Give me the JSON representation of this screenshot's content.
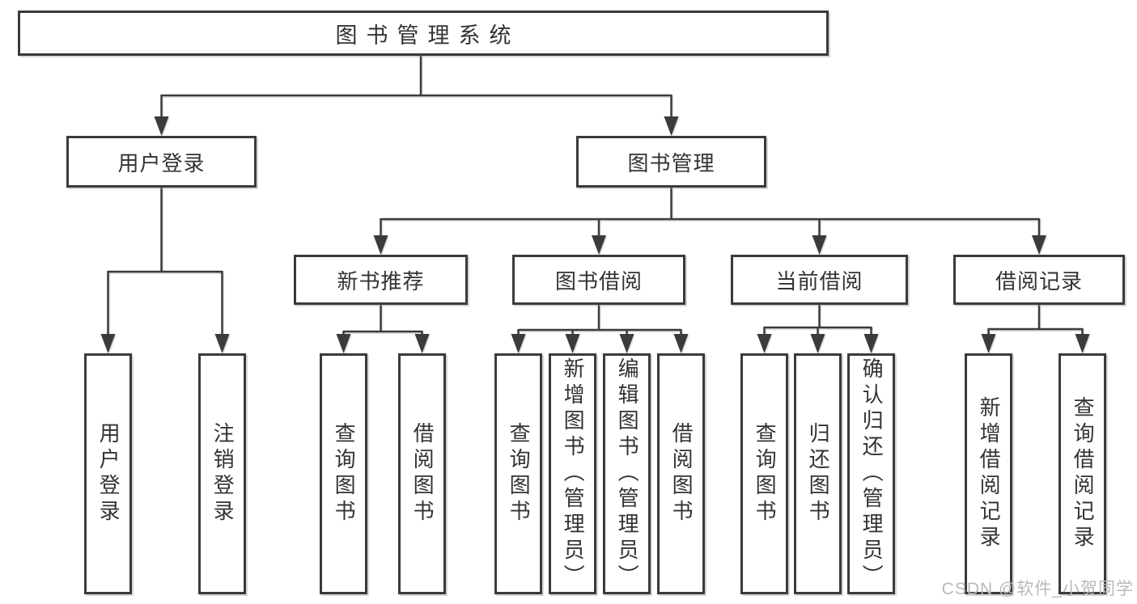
{
  "diagram": {
    "type": "hierarchy-tree",
    "title": "图书管理系统"
  },
  "colors": {
    "background": "#ffffff",
    "box_border": "#3a3a3a",
    "line": "#3b3b3b",
    "text": "#333333",
    "watermark": "#b9b9b9"
  },
  "tree": {
    "root": {
      "label": "图书管理系统",
      "children": [
        {
          "label": "用户登录",
          "children": [
            {
              "label": "用户登录"
            },
            {
              "label": "注销登录"
            }
          ]
        },
        {
          "label": "图书管理",
          "children": [
            {
              "label": "新书推荐",
              "children": [
                {
                  "label": "查询图书"
                },
                {
                  "label": "借阅图书"
                }
              ]
            },
            {
              "label": "图书借阅",
              "children": [
                {
                  "label": "查询图书"
                },
                {
                  "label": "新增图书（管理员）"
                },
                {
                  "label": "编辑图书（管理员）"
                },
                {
                  "label": "借阅图书"
                }
              ]
            },
            {
              "label": "当前借阅",
              "children": [
                {
                  "label": "查询图书"
                },
                {
                  "label": "归还图书"
                },
                {
                  "label": "确认归还（管理员）"
                }
              ]
            },
            {
              "label": "借阅记录",
              "children": [
                {
                  "label": "新增借阅记录"
                },
                {
                  "label": "查询借阅记录"
                }
              ]
            }
          ]
        }
      ]
    }
  },
  "watermark": {
    "text": "CSDN @软件_小贺同学"
  }
}
